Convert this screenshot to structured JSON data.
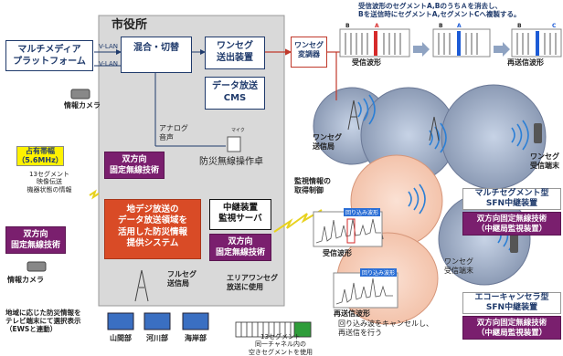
{
  "top_note": {
    "line1": "受信波形のセグメントA,BのうちＡを消去し、",
    "line2": "Bを送信時にセグメントA,セグメントCへ複製する。"
  },
  "segment_letters": {
    "b1": "B",
    "a1": "A",
    "b2": "B",
    "a2": "A",
    "b3": "B",
    "c3": "C"
  },
  "received_wave_top": "受信波形",
  "resend_wave_top": "再送信波形",
  "multimedia_platform": {
    "line1": "マルチメディア",
    "line2": "プラットフォーム"
  },
  "vlan1": "V-LAN",
  "vlan2": "V-LAN",
  "info_camera_top": "情報カメラ",
  "city_hall": "市役所",
  "mix_switch": "混合・切替",
  "oneseg_sender": {
    "line1": "ワンセグ",
    "line2": "送出装置"
  },
  "data_broadcast_cms": {
    "line1": "データ放送",
    "line2": "CMS"
  },
  "analog_audio": {
    "line1": "アナログ",
    "line2": "音声"
  },
  "mic": "マイク",
  "disaster_console": "防災無線操作卓",
  "bidir_fixed_left": {
    "line1": "双方向",
    "line2": "固定無線技術"
  },
  "oneseg_transmitter": {
    "line1": "ワンセグ",
    "line2": "変調器"
  },
  "oneseg_station": {
    "line1": "ワンセグ",
    "line2": "送信局"
  },
  "oneseg_receiver_right": {
    "line1": "ワンセグ",
    "line2": "受信端末"
  },
  "band": {
    "line1": "占有帯幅",
    "line2": "（5.6MHz）"
  },
  "band_note": {
    "line1": "13セグメント",
    "line2": "映像伝送",
    "line3": "機器状態の情報"
  },
  "bidir_fixed_mid": {
    "line1": "双方向",
    "line2": "固定無線技術"
  },
  "info_camera_bottom": "情報カメラ",
  "digital_system": {
    "line1": "地デジ放送の",
    "line2": "データ放送領域を",
    "line3": "活用した防災情報",
    "line4": "提供システム"
  },
  "relay_server": {
    "line1": "中継装置",
    "line2": "監視サーバ"
  },
  "bidir_fixed_server": {
    "line1": "双方向",
    "line2": "固定無線技術"
  },
  "full_seg_station": {
    "line1": "フルセグ",
    "line2": "送信局"
  },
  "area_oneseg": {
    "line1": "エリアワンセグ",
    "line2": "放送に使用"
  },
  "seg13_note": {
    "line1": "13セグメント",
    "line2": "同一チャネル内の",
    "line3": "空きセグメントを使用"
  },
  "monitor_info": {
    "line1": "監視情報の",
    "line2": "取得制御"
  },
  "received_wave_mid": "受信波形",
  "resend_wave_mid": "再送信波形",
  "wrap_wave1": "回り込み波形",
  "wrap_wave2": "回り込み波形",
  "oneseg_receiver_mid": {
    "line1": "ワンセグ",
    "line2": "受信端末"
  },
  "cancel_note": {
    "line1": "回り込み波をキャンセルし、",
    "line2": "再送信を行う"
  },
  "multi_seg": {
    "line1": "マルチセグメント型",
    "line2": "SFN中継装置"
  },
  "bidir_multi": {
    "line1": "双方向固定無線技術",
    "line2": "（中継局監視装置）"
  },
  "echo_canceller": {
    "line1": "エコーキャンセラ型",
    "line2": "SFN中継装置"
  },
  "bidir_echo": {
    "line1": "双方向固定無線技術",
    "line2": "（中継局監視装置）"
  },
  "regional_info": {
    "line1": "地域に応じた防災情報を",
    "line2": "テレビ端末にて選択表示",
    "line3": "（EWSと連動）"
  },
  "tv_labels": [
    "山間部",
    "河川部",
    "海岸部"
  ]
}
